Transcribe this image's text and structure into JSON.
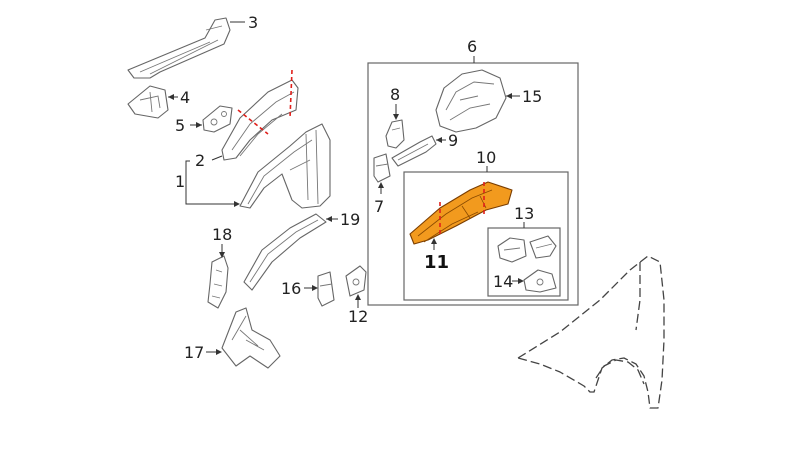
{
  "callouts": {
    "c1": "1",
    "c2": "2",
    "c3": "3",
    "c4": "4",
    "c5": "5",
    "c6": "6",
    "c7": "7",
    "c8": "8",
    "c9": "9",
    "c10": "10",
    "c11": "11",
    "c12": "12",
    "c13": "13",
    "c14": "14",
    "c15": "15",
    "c16": "16",
    "c17": "17",
    "c18": "18",
    "c19": "19"
  },
  "colors": {
    "highlight": "#f29a1e",
    "cut_line": "#e0201b",
    "line": "#666666"
  }
}
